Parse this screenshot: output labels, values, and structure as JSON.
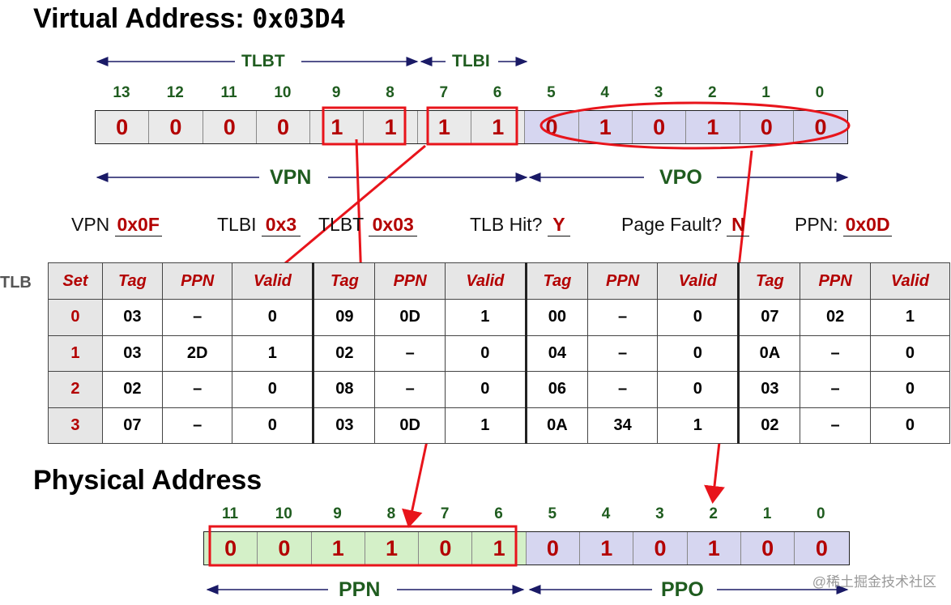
{
  "virtual": {
    "title_prefix": "Virtual Address: ",
    "title_value": "0x03D4",
    "indices": [
      "13",
      "12",
      "11",
      "10",
      "9",
      "8",
      "7",
      "6",
      "5",
      "4",
      "3",
      "2",
      "1",
      "0"
    ],
    "bits": [
      "0",
      "0",
      "0",
      "0",
      "1",
      "1",
      "1",
      "1",
      "0",
      "1",
      "0",
      "1",
      "0",
      "0"
    ],
    "tlbt_label": "TLBT",
    "tlbi_label": "TLBI",
    "vpn_label": "VPN",
    "vpo_label": "VPO"
  },
  "fields": {
    "vpn": {
      "label": "VPN",
      "value": "0x0F"
    },
    "tlbi": {
      "label": "TLBI",
      "value": "0x3"
    },
    "tlbt": {
      "label": "TLBT",
      "value": "0x03"
    },
    "hit": {
      "label": "TLB Hit?",
      "value": "Y"
    },
    "fault": {
      "label": "Page Fault?",
      "value": "N"
    },
    "ppn": {
      "label": "PPN:",
      "value": "0x0D"
    }
  },
  "tlb": {
    "side_label": "TLB",
    "headers": [
      "Set",
      "Tag",
      "PPN",
      "Valid",
      "Tag",
      "PPN",
      "Valid",
      "Tag",
      "PPN",
      "Valid",
      "Tag",
      "PPN",
      "Valid"
    ],
    "rows": [
      [
        "0",
        "03",
        "–",
        "0",
        "09",
        "0D",
        "1",
        "00",
        "–",
        "0",
        "07",
        "02",
        "1"
      ],
      [
        "1",
        "03",
        "2D",
        "1",
        "02",
        "–",
        "0",
        "04",
        "–",
        "0",
        "0A",
        "–",
        "0"
      ],
      [
        "2",
        "02",
        "–",
        "0",
        "08",
        "–",
        "0",
        "06",
        "–",
        "0",
        "03",
        "–",
        "0"
      ],
      [
        "3",
        "07",
        "–",
        "0",
        "03",
        "0D",
        "1",
        "0A",
        "34",
        "1",
        "02",
        "–",
        "0"
      ]
    ]
  },
  "physical": {
    "title": "Physical Address",
    "indices": [
      "11",
      "10",
      "9",
      "8",
      "7",
      "6",
      "5",
      "4",
      "3",
      "2",
      "1",
      "0"
    ],
    "bits": [
      "0",
      "0",
      "1",
      "1",
      "0",
      "1",
      "0",
      "1",
      "0",
      "1",
      "0",
      "0"
    ],
    "ppn_label": "PPN",
    "ppo_label": "PPO"
  },
  "watermark": "@稀土掘金技术社区",
  "colors": {
    "accent_red": "#e8141b",
    "value_red": "#b30000",
    "label_green": "#1f5c1f",
    "offset_blue": "#d6d6f0",
    "ppn_green": "#d4f0c8"
  }
}
